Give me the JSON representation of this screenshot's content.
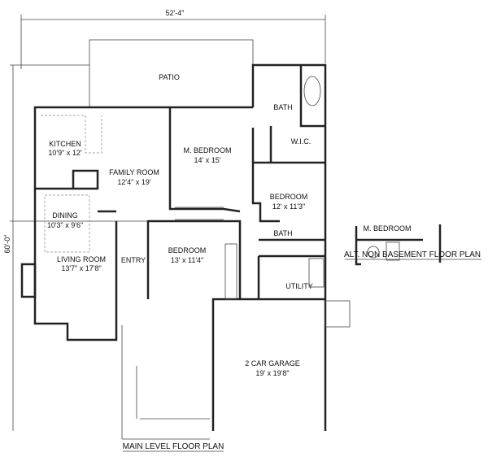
{
  "dimensions": {
    "width": "52'-4\"",
    "depth": "60'-0\""
  },
  "rooms": [
    {
      "name": "PATIO",
      "size": ""
    },
    {
      "name": "KITCHEN",
      "size": "10'9\" x 12'"
    },
    {
      "name": "FAMILY ROOM",
      "size": "12'4\" x 19'"
    },
    {
      "name": "M. BEDROOM",
      "size": "14' x 15'"
    },
    {
      "name": "BATH",
      "size": ""
    },
    {
      "name": "W.I.C.",
      "size": ""
    },
    {
      "name": "BEDROOM",
      "size": "12' x 11'3\""
    },
    {
      "name": "DINING",
      "size": "10'3\" x 9'6\""
    },
    {
      "name": "LIVING ROOM",
      "size": "13'7\" x 17'8\""
    },
    {
      "name": "ENTRY",
      "size": ""
    },
    {
      "name": "BEDROOM",
      "size": "13' x 11'4\""
    },
    {
      "name": "BATH",
      "size": ""
    },
    {
      "name": "UTILITY",
      "size": ""
    },
    {
      "name": "2 CAR GARAGE",
      "size": "19' x 19'8\""
    }
  ],
  "alt_plan": {
    "title": "ALT. NON BASEMENT FLOOR PLAN",
    "room": "M. BEDROOM"
  },
  "main_title": "MAIN LEVEL FLOOR PLAN"
}
